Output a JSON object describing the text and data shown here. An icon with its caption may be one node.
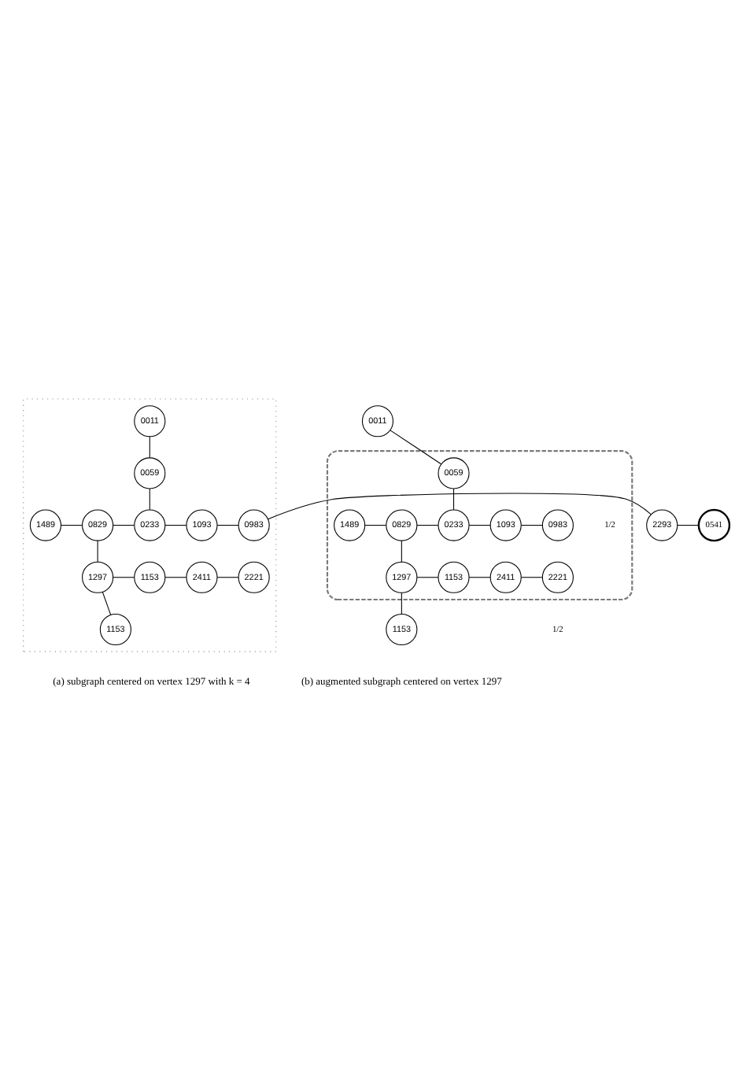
{
  "diagram": {
    "nodes": [
      {
        "text": [],
        "shape": "box"
      },
      {
        "text": [
          "0011"
        ],
        "in": 0
      },
      {
        "text": [
          "0059"
        ],
        "in": 0
      },
      {
        "text": [
          "1489"
        ],
        "in": 0
      },
      {
        "text": [
          "0829"
        ],
        "in": 0
      },
      {
        "text": [
          "0233"
        ],
        "in": 0
      },
      {
        "text": [
          "1093"
        ],
        "in": 0
      },
      {
        "text": [
          "0983"
        ],
        "in": 0
      },
      {
        "text": [
          "2293"
        ]
      },
      {
        "text": [
          "0541"
        ]
      },
      {
        "text": [
          "1297"
        ],
        "in": 0
      },
      {
        "text": [
          "1153"
        ],
        "in": 0
      },
      {
        "text": [
          "2411"
        ],
        "in": 0
      },
      {
        "text": [
          "2221"
        ],
        "in": 0
      },
      {
        "text": [
          "1153"
        ],
        "in": 0
      },
      {
        "text": [],
        "shape": "cloud"
      },
      {
        "text": [
          "0011"
        ]
      },
      {
        "text": [
          "0059"
        ],
        "in": 15
      },
      {
        "text": [
          "1489"
        ],
        "in": 15
      },
      {
        "text": [
          "0829"
        ],
        "in": 15
      },
      {
        "text": [
          "0233"
        ],
        "in": 15
      },
      {
        "text": [
          "1093"
        ],
        "in": 15
      },
      {
        "text": [
          "0983"
        ],
        "in": 15
      },
      {
        "text": [
          "1297"
        ],
        "in": 15
      },
      {
        "text": [
          "1153"
        ],
        "in": 15
      },
      {
        "text": [
          "2411"
        ],
        "in": 15
      },
      {
        "text": [
          "2221"
        ],
        "in": 15
      },
      {
        "text": [
          "1153"
        ]
      }
    ],
    "edges": [
      {
        "from": 1,
        "to": 2,
        "arrow": "none"
      },
      {
        "from": 2,
        "to": 5,
        "arrow": "none"
      },
      {
        "from": 3,
        "to": 4,
        "arrow": "none"
      },
      {
        "from": 4,
        "to": 5,
        "arrow": "none"
      },
      {
        "from": 5,
        "to": 6,
        "arrow": "none"
      },
      {
        "from": 6,
        "to": 7,
        "arrow": "none"
      },
      {
        "from": 7,
        "to": 8,
        "arrow": "none"
      },
      {
        "from": 8,
        "to": 9,
        "arrow": "none"
      },
      {
        "from": 4,
        "to": 10,
        "arrow": "none"
      },
      {
        "from": 10,
        "to": 11,
        "arrow": "none"
      },
      {
        "from": 11,
        "to": 12,
        "arrow": "none"
      },
      {
        "from": 12,
        "to": 13,
        "arrow": "none"
      },
      {
        "from": 10,
        "to": 14,
        "arrow": "none"
      },
      {
        "from": 16,
        "to": 17,
        "arrow": "none"
      },
      {
        "from": 17,
        "to": 20,
        "arrow": "none"
      },
      {
        "from": 18,
        "to": 19,
        "arrow": "none"
      },
      {
        "from": 19,
        "to": 20,
        "arrow": "none"
      },
      {
        "from": 20,
        "to": 21,
        "arrow": "none"
      },
      {
        "from": 21,
        "to": 22,
        "arrow": "none"
      },
      {
        "from": 19,
        "to": 23,
        "arrow": "none"
      },
      {
        "from": 23,
        "to": 24,
        "arrow": "none"
      },
      {
        "from": 24,
        "to": 25,
        "arrow": "none"
      },
      {
        "from": 25,
        "to": 26,
        "arrow": "none"
      },
      {
        "from": 23,
        "to": 27,
        "arrow": "none"
      }
    ],
    "labels": [
      "(a) subgraph centered on vertex 1297 with k = 4",
      "1/2",
      "1/2",
      "(b) augmented subgraph centered on vertex 1297"
    ]
  }
}
